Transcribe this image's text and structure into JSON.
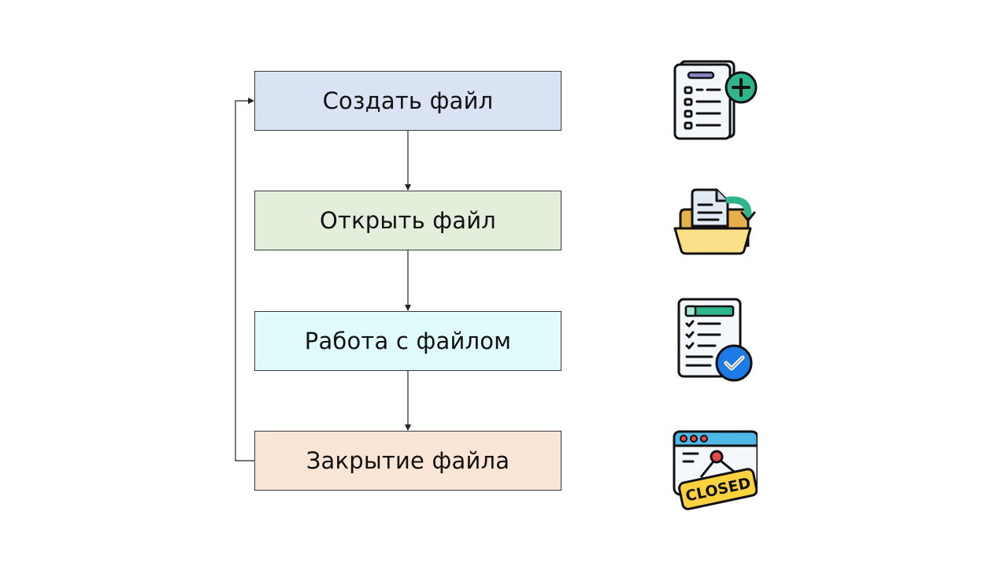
{
  "steps": [
    {
      "label": "Создать файл",
      "color": "#dae3f3",
      "icon": "new-document-icon"
    },
    {
      "label": "Открыть файл",
      "color": "#e2efda",
      "icon": "open-folder-icon"
    },
    {
      "label": "Работа с файлом",
      "color": "#e0fbfc",
      "icon": "checklist-icon"
    },
    {
      "label": "Закрытие файла",
      "color": "#fbe5d6",
      "icon": "closed-sign-icon"
    }
  ],
  "closed_sign_text": "CLOSED"
}
